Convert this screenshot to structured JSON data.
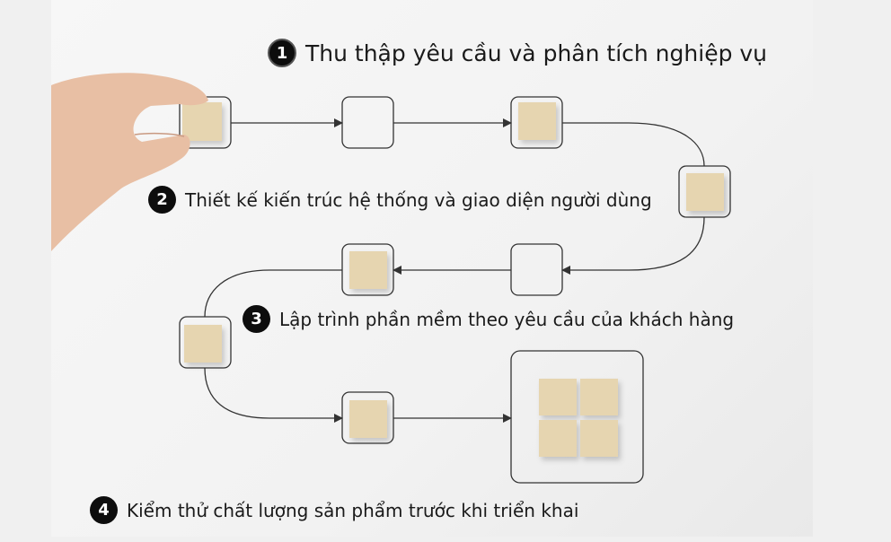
{
  "steps": [
    {
      "number": "1",
      "label": "Thu thập yêu cầu và phân tích nghiệp vụ"
    },
    {
      "number": "2",
      "label": "Thiết kế kiến trúc hệ thống và giao diện người dùng"
    },
    {
      "number": "3",
      "label": "Lập trình phần mềm theo yêu cầu của khách hàng"
    },
    {
      "number": "4",
      "label": "Kiểm thử chất lượng sản phẩm trước khi triển khai"
    }
  ],
  "colors": {
    "block": "#e6d5b0",
    "line": "#333333",
    "badge": "#0d0d0d"
  }
}
